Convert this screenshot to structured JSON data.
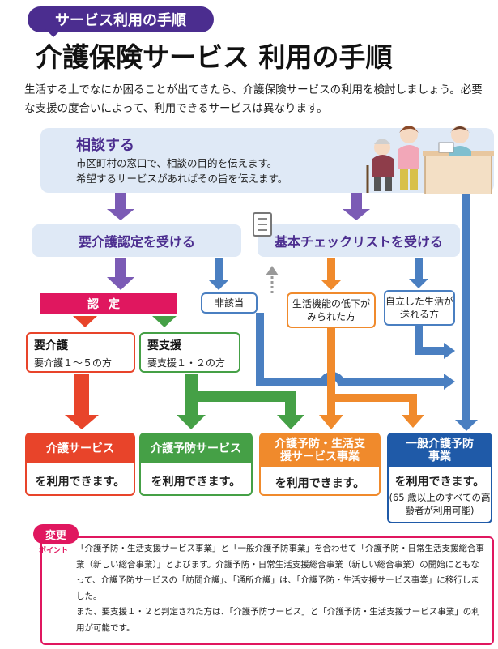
{
  "header": {
    "tag": "サービス利用の手順",
    "title": "介護保険サービス 利用の手順",
    "intro": "生活する上でなにか困ることが出てきたら、介護保険サービスの利用を検討しましょう。必要な支援の度合いによって、利用できるサービスは異なります。"
  },
  "consult": {
    "heading": "相談する",
    "line1": "市区町村の窓口で、相談の目的を伝えます。",
    "line2": "希望するサービスがあればその旨を伝えます。"
  },
  "steps": {
    "kaigo_nintei": "要介護認定を受ける",
    "kihon_check": "基本チェックリストを受ける"
  },
  "outcomes": {
    "nintei": "認定",
    "higaitou": "非該当",
    "seikatsu_teika": "生活機能の低下がみられた方",
    "jiritsu": "自立した生活が送れる方"
  },
  "levels": {
    "yokaigo": {
      "heading": "要介護",
      "range": "要介護１～５の方"
    },
    "yoshien": {
      "heading": "要支援",
      "range": "要支援１・２の方"
    }
  },
  "services": [
    {
      "name": "介護サービス",
      "use": "を利用できます。"
    },
    {
      "name": "介護予防サービス",
      "use": "を利用できます。"
    },
    {
      "name": "介護予防・生活支援サービス事業",
      "use": "を利用できます。"
    },
    {
      "name": "一般介護予防事業",
      "use": "を利用できます。",
      "note": "(65 歳以上のすべての高齢者が利用可能)"
    }
  ],
  "change": {
    "tag": "変更",
    "point": "ポイント",
    "para1": "「介護予防・生活支援サービス事業」と「一般介護予防事業」を合わせて「介護予防・日常生活支援総合事業（新しい総合事業）」とよびます。介護予防・日常生活支援総合事業（新しい総合事業）の開始にともなって、介護予防サービスの「訪問介護」、「通所介護」は、「介護予防・生活支援サービス事業」に移行しました。",
    "para2": "また、要支援１・２と判定された方は、「介護予防サービス」と「介護予防・生活支援サービス事業」の利用が可能です。"
  },
  "colors": {
    "purple": "#4b2d8f",
    "pink": "#e0175f",
    "red": "#e8442a",
    "green": "#45a046",
    "orange": "#f08a2c",
    "blue": "#4a7fc1",
    "navy": "#1f5aa8",
    "light_blue_bg": "#dfe9f6"
  }
}
